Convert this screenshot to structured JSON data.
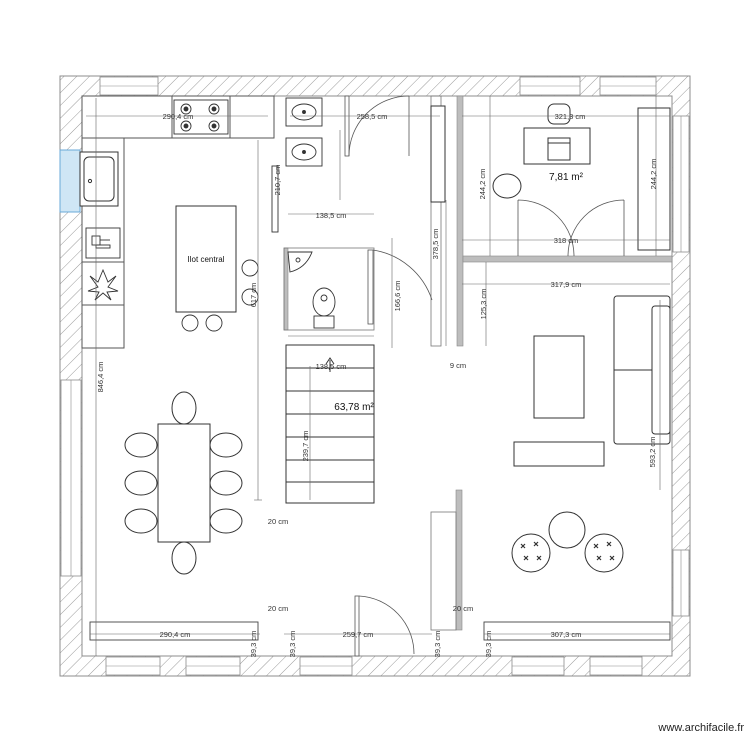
{
  "plan": {
    "rooms": {
      "main_area": "63,78 m²",
      "office_area": "7,81 m²",
      "island": "Ilot central"
    },
    "dimensions": {
      "top_left": "290,4 cm",
      "top_center": "258,5 cm",
      "top_right": "321,3 cm",
      "office_h_left": "244,2 cm",
      "office_h_right": "244,2 cm",
      "office_bottom": "318 cm",
      "living_top": "317,9 cm",
      "wc_width_top": "138,5 cm",
      "wc_width_bottom": "138,5 cm",
      "sink_height": "210,7 cm",
      "kitchen_height": "617 cm",
      "overall_height": "846,4 cm",
      "hall_height": "378,5 cm",
      "wc_height": "166,6 cm",
      "stair_height": "239,7 cm",
      "partition_height": "125,3 cm",
      "living_height": "593,2 cm",
      "wall_thick": "9 cm",
      "gap_a": "20 cm",
      "gap_b": "20 cm",
      "gap_c": "20 cm",
      "bottom_left": "290,4 cm",
      "bottom_center": "259,7 cm",
      "bottom_right": "307,3 cm",
      "bottom_h1": "39,3 cm",
      "bottom_h2": "39,3 cm",
      "bottom_h3": "39,3 cm",
      "bottom_h4": "39,3 cm"
    },
    "watermark": "www.archifacile.fr"
  }
}
